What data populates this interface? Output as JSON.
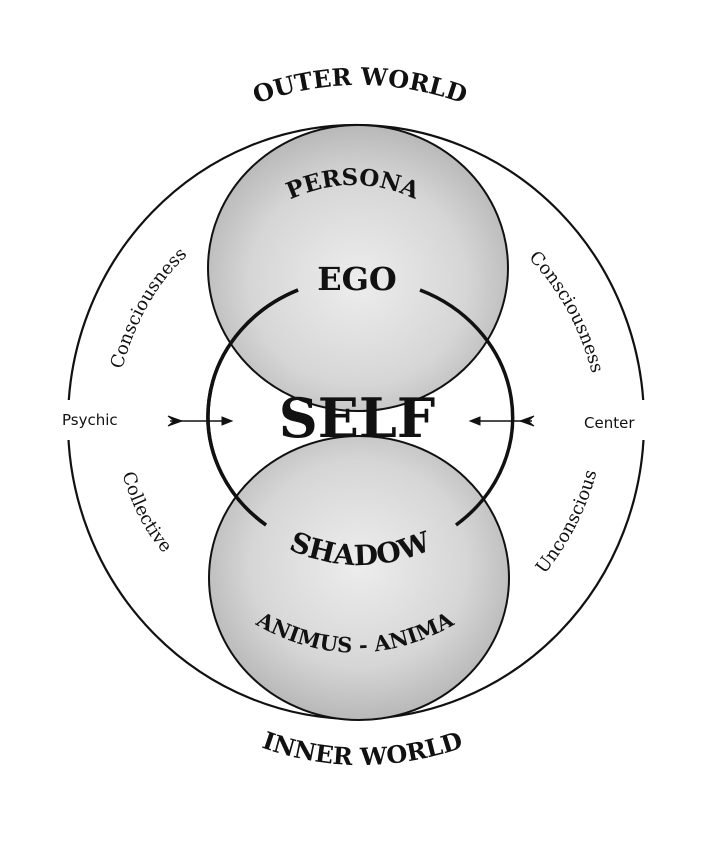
{
  "diagram": {
    "outer_label_top": "OUTER WORLD",
    "outer_label_bottom": "INNER WORLD",
    "persona": "PERSONA",
    "ego": "EGO",
    "self": "SELF",
    "shadow": "SHADOW",
    "animus_anima": "ANIMUS - ANIMA",
    "left_upper": "Consciousness",
    "right_upper": "Consciousness",
    "left_lower": "Collective",
    "right_lower": "Unconscious",
    "psychic": "Psychic",
    "center": "Center"
  },
  "colors": {
    "line": "#111111",
    "fill_light": "#ececec",
    "fill_dark": "#b4b4b4"
  }
}
